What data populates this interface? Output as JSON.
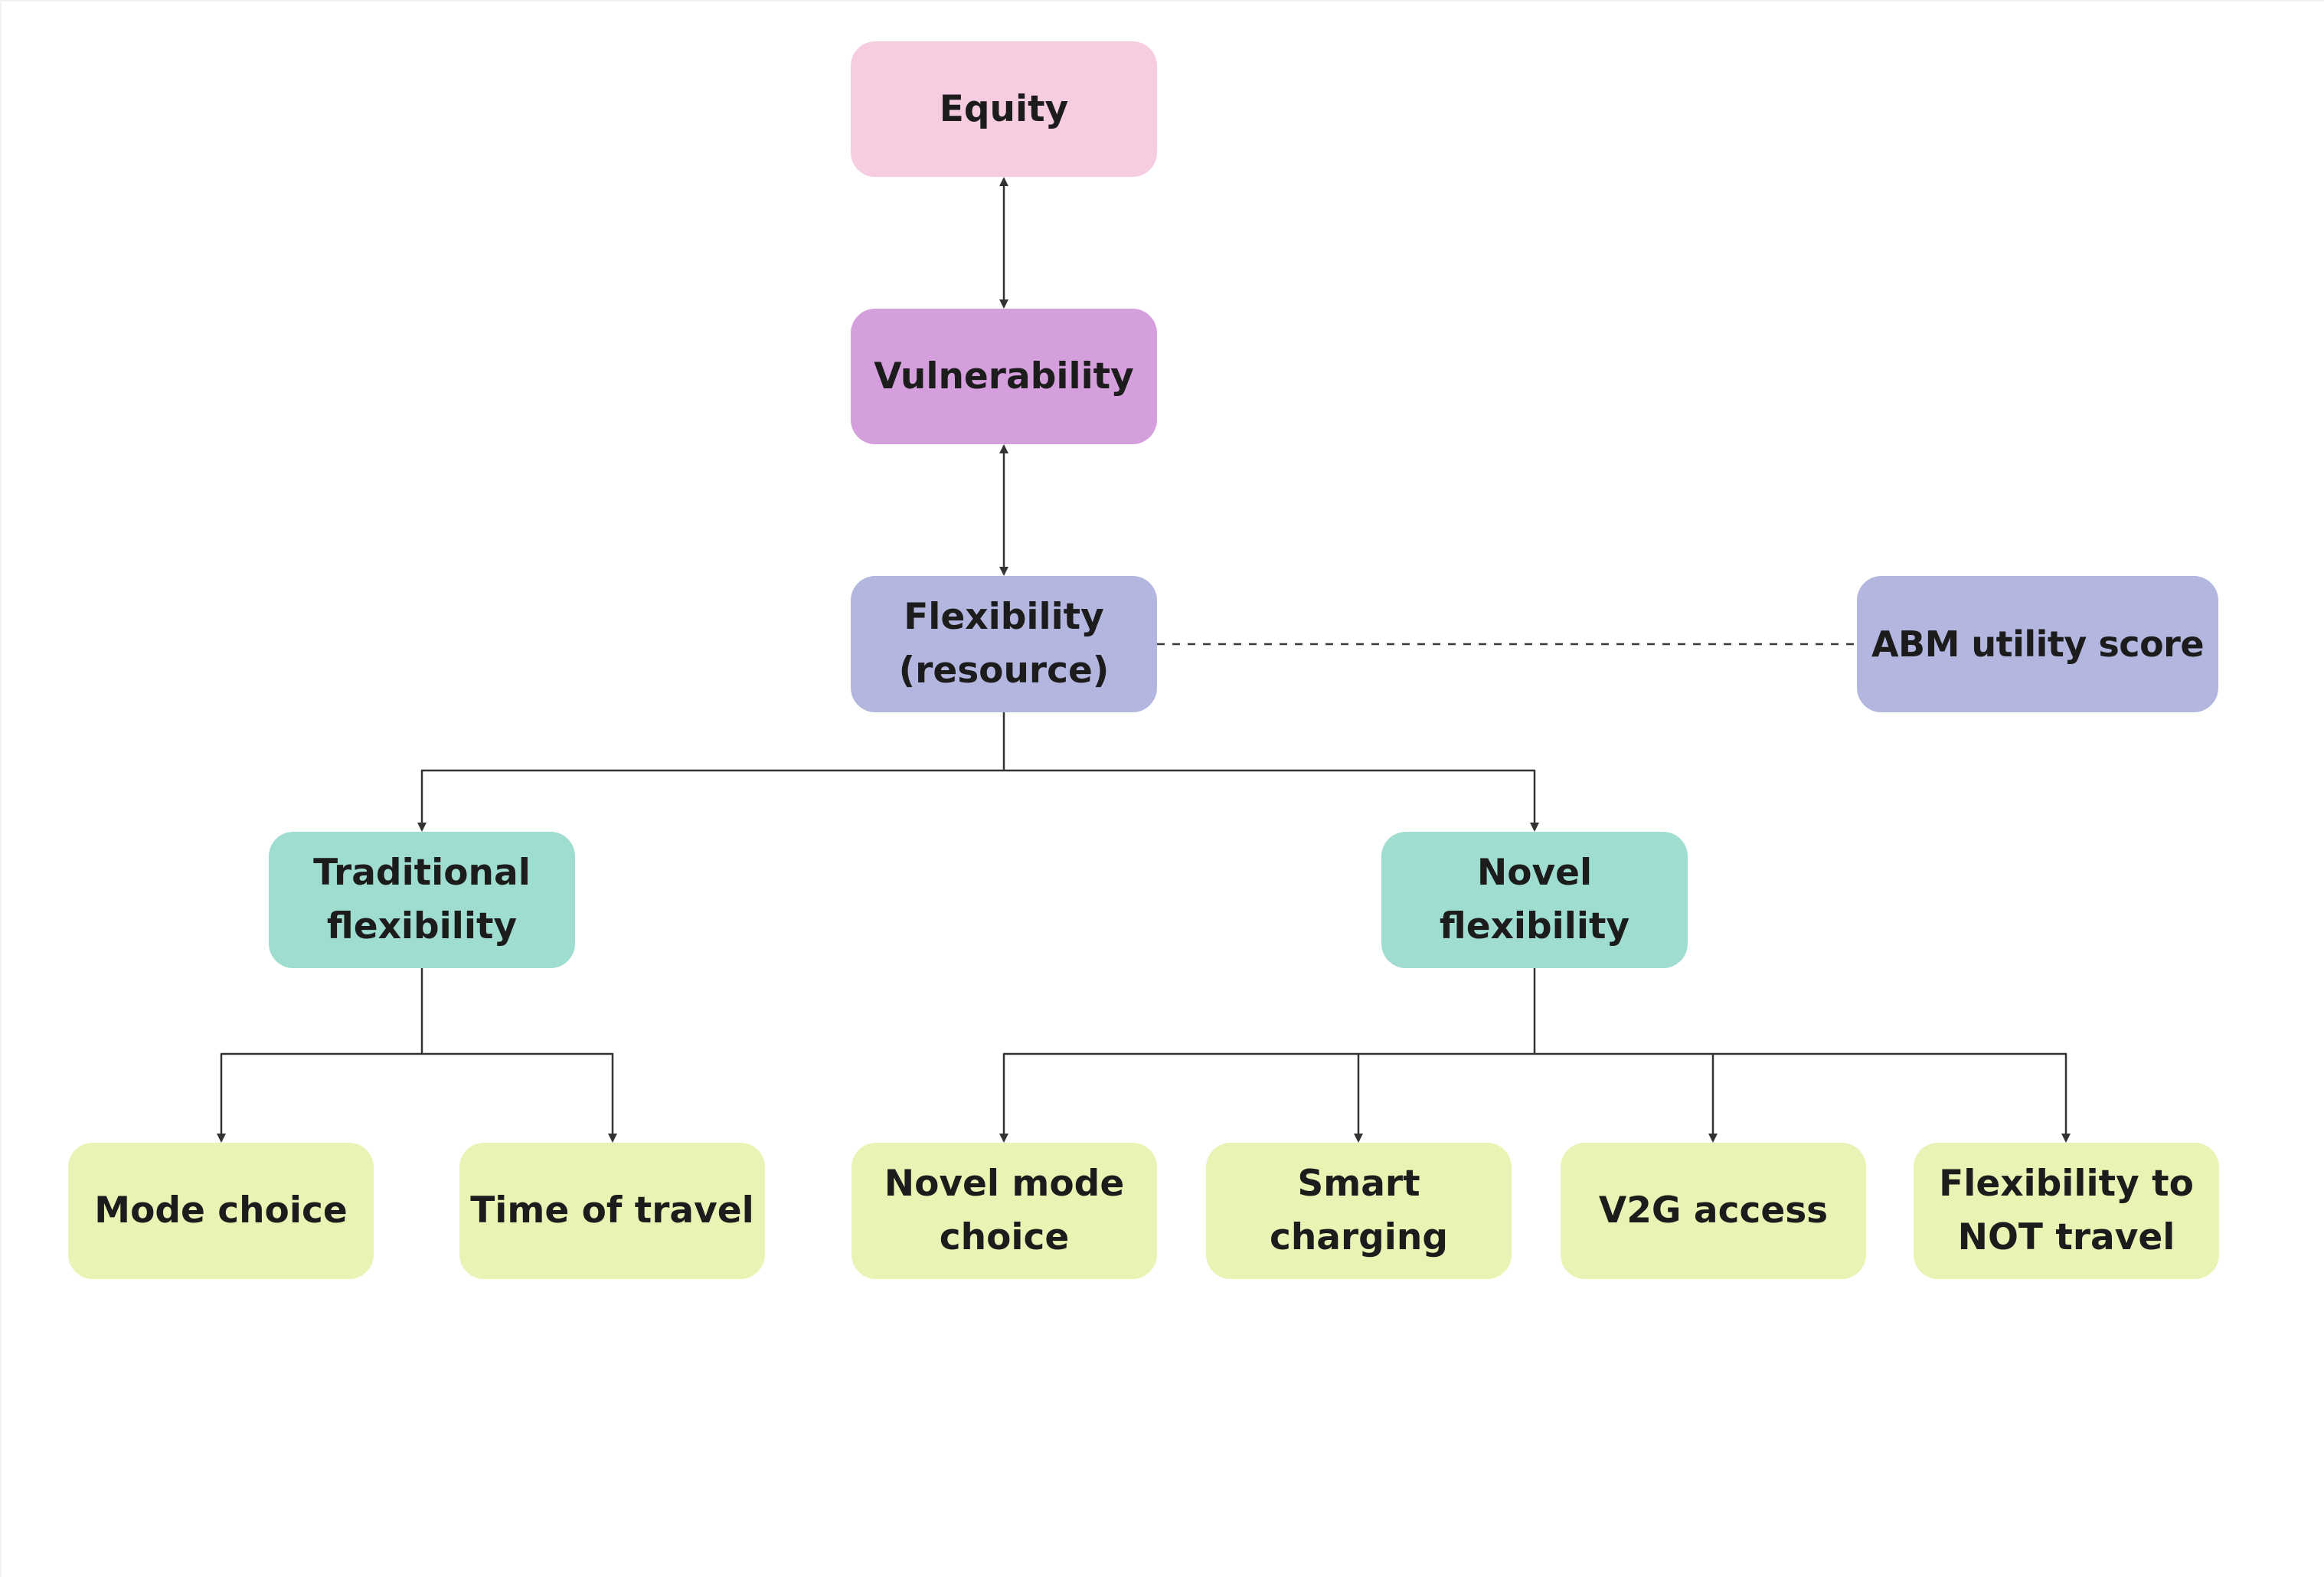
{
  "diagram": {
    "type": "hierarchy",
    "colors": {
      "equity": "#f6cce1",
      "vulnerability": "#d59edd",
      "flexibility": "#b3b6df",
      "category": "#9fddd1",
      "leaf": "#e9f4b4",
      "text": "#1c1c1c",
      "connector": "#333333"
    },
    "nodes": {
      "equity": "Equity",
      "vulnerability": "Vulnerability",
      "flexibility": "Flexibility\n(resource)",
      "abm": "ABM utility score",
      "traditional": "Traditional\nflexibility",
      "novel": "Novel\nflexibility",
      "leaves": [
        "Mode choice",
        "Time of travel",
        "Novel mode\nchoice",
        "Smart\ncharging",
        "V2G access",
        "Flexibility to\nNOT travel"
      ]
    },
    "edges": [
      {
        "from": "equity",
        "to": "vulnerability",
        "style": "solid",
        "arrow": "both"
      },
      {
        "from": "vulnerability",
        "to": "flexibility",
        "style": "solid",
        "arrow": "both"
      },
      {
        "from": "flexibility",
        "to": "abm",
        "style": "dashed",
        "arrow": "none"
      },
      {
        "from": "flexibility",
        "to": "traditional",
        "style": "solid",
        "arrow": "end"
      },
      {
        "from": "flexibility",
        "to": "novel",
        "style": "solid",
        "arrow": "end"
      },
      {
        "from": "traditional",
        "to": "Mode choice",
        "style": "solid",
        "arrow": "end"
      },
      {
        "from": "traditional",
        "to": "Time of travel",
        "style": "solid",
        "arrow": "end"
      },
      {
        "from": "novel",
        "to": "Novel mode choice",
        "style": "solid",
        "arrow": "end"
      },
      {
        "from": "novel",
        "to": "Smart charging",
        "style": "solid",
        "arrow": "end"
      },
      {
        "from": "novel",
        "to": "V2G access",
        "style": "solid",
        "arrow": "end"
      },
      {
        "from": "novel",
        "to": "Flexibility to NOT travel",
        "style": "solid",
        "arrow": "end"
      }
    ]
  }
}
